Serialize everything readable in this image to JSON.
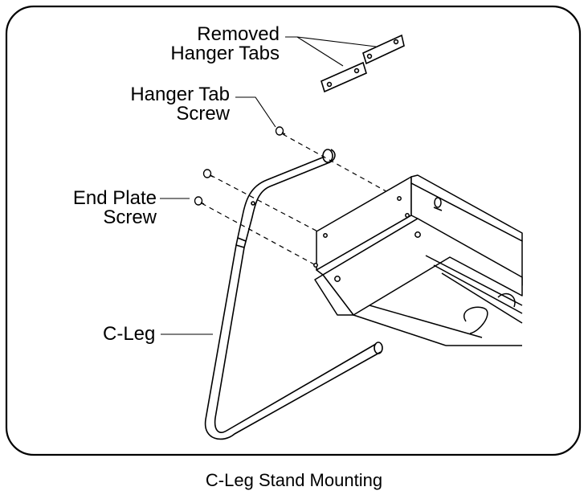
{
  "diagram": {
    "labels": {
      "removed_hanger_tabs_line1": "Removed",
      "removed_hanger_tabs_line2": "Hanger Tabs",
      "hanger_tab_screw_line1": "Hanger Tab",
      "hanger_tab_screw_line2": "Screw",
      "end_plate_screw_line1": "End Plate",
      "end_plate_screw_line2": "Screw",
      "c_leg": "C-Leg"
    },
    "caption": "C-Leg Stand Mounting"
  }
}
